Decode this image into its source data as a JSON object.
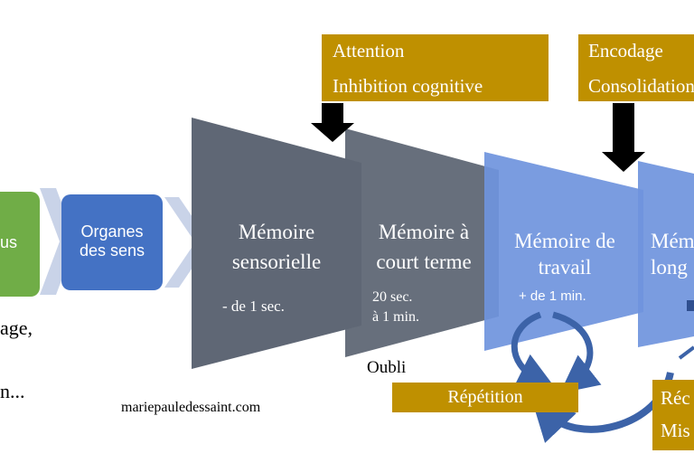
{
  "inputs": {
    "green_box_partial": "us",
    "organes_line1": "Organes",
    "organes_line2": "des sens"
  },
  "left_text": {
    "line1": "age,",
    "line2": "n..."
  },
  "top_boxes": {
    "attention": {
      "line1": "Attention",
      "line2": "Inhibition cognitive"
    },
    "encodage": {
      "line1": "Encodage",
      "line2": "Consolidation"
    }
  },
  "stages": {
    "sensorielle": {
      "line1": "Mémoire",
      "line2": "sensorielle",
      "duration": "- de 1 sec."
    },
    "court_terme": {
      "line1": "Mémoire à",
      "line2": "court terme",
      "duration_line1": "20 sec.",
      "duration_line2": "à 1 min."
    },
    "travail": {
      "line1": "Mémoire de",
      "line2": "travail",
      "duration": "+ de 1 min."
    },
    "long_terme_partial": {
      "line1": "Mém",
      "line2": "long"
    }
  },
  "labels": {
    "oubli": "Oubli",
    "website": "mariepauledessaint.com",
    "repetition": "Répétition",
    "right_box_line1": "Réc",
    "right_box_line2": "Mis"
  },
  "colors": {
    "green": "#70ad47",
    "blue_box": "#4472c4",
    "gray_stage": "#5f6775",
    "blue_stage": "#6f94dd",
    "gold": "#bf9000",
    "chevron": "#c9d3e8",
    "arrow_blue": "#3c63a8"
  }
}
